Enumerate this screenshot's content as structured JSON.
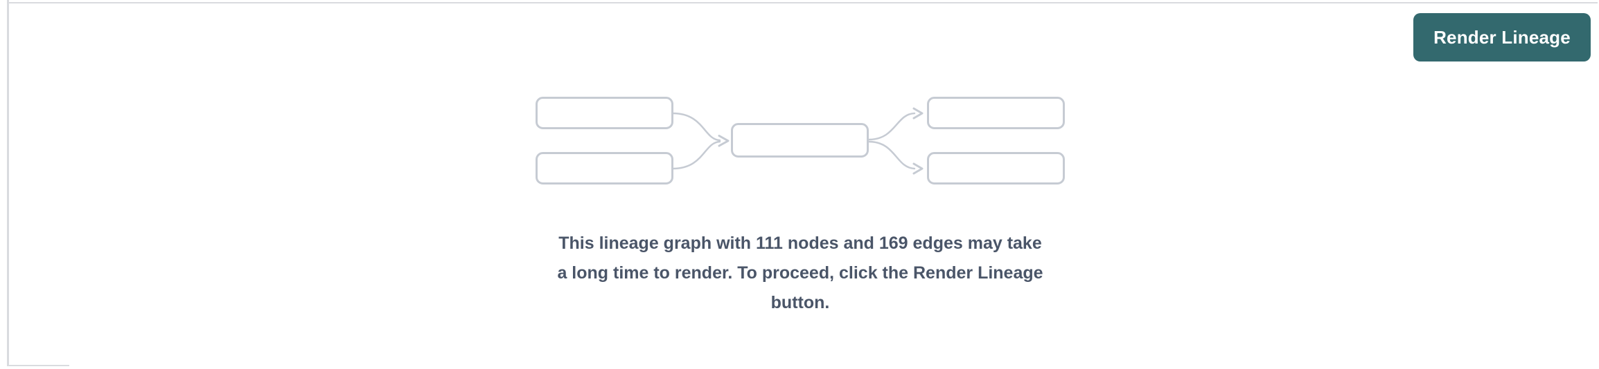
{
  "panel": {
    "background": "#ffffff",
    "divider_color": "#d9dbdf"
  },
  "toolbar": {
    "render_button": {
      "label": "Render Lineage",
      "background": "#33696e",
      "text_color": "#ffffff"
    }
  },
  "placeholder": {
    "illustration": {
      "name": "mini-lineage-graph",
      "node_fill": "#ffffff",
      "stroke_color": "#c6cbd3"
    },
    "message": {
      "lines": [
        "This lineage graph with 111 nodes and 169 edges may take",
        "a long time to render. To proceed, click the Render Lineage",
        "button."
      ],
      "node_count": 111,
      "edge_count": 169,
      "text_color": "#4a5568"
    }
  }
}
